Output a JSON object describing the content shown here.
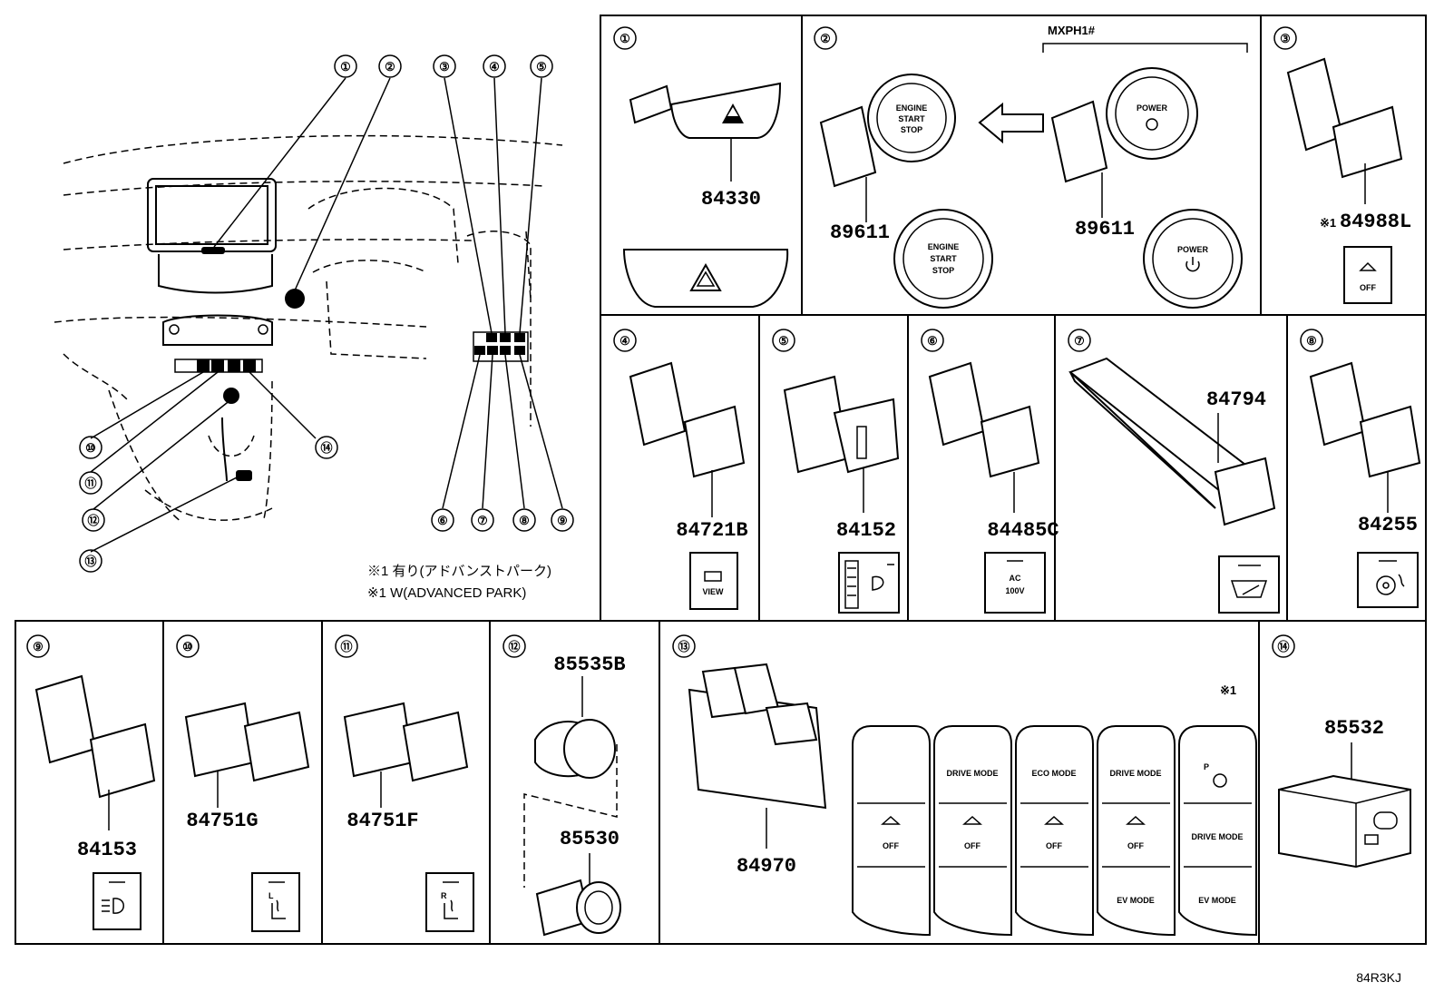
{
  "callouts": [
    "①",
    "②",
    "③",
    "④",
    "⑤",
    "⑥",
    "⑦",
    "⑧",
    "⑨",
    "⑩",
    "⑪",
    "⑫",
    "⑬",
    "⑭"
  ],
  "notes": {
    "line1": "※1 有り(アドバンストパーク)",
    "line2": "※1 W(ADVANCED PARK)"
  },
  "drawing_code": "84R3KJ",
  "panels": {
    "p1": {
      "num": "①",
      "part": "84330"
    },
    "p2": {
      "num": "②",
      "model": "MXPH1#",
      "part_a": "89611",
      "part_b": "89611",
      "engine_label": [
        "ENGINE",
        "START",
        "STOP"
      ],
      "power_label": "POWER"
    },
    "p3": {
      "num": "③",
      "mark": "※1",
      "part": "84988L",
      "icon_text": "OFF"
    },
    "p4": {
      "num": "④",
      "part": "84721B",
      "icon_text": "VIEW"
    },
    "p5": {
      "num": "⑤",
      "part": "84152"
    },
    "p6": {
      "num": "⑥",
      "part": "84485C",
      "icon_text": [
        "AC",
        "100V"
      ]
    },
    "p7": {
      "num": "⑦",
      "part": "84794"
    },
    "p8": {
      "num": "⑧",
      "part": "84255"
    },
    "p9": {
      "num": "⑨",
      "part": "84153"
    },
    "p10": {
      "num": "⑩",
      "part": "84751G",
      "icon_text": "L"
    },
    "p11": {
      "num": "⑪",
      "part": "84751F",
      "icon_text": "R"
    },
    "p12": {
      "num": "⑫",
      "part_a": "85535B",
      "part_b": "85530"
    },
    "p13": {
      "num": "⑬",
      "part": "84970",
      "mark": "※1",
      "variants": [
        {
          "top": "",
          "bottom": "OFF",
          "extra": ""
        },
        {
          "top": "DRIVE MODE",
          "bottom": "OFF",
          "extra": ""
        },
        {
          "top": "ECO MODE",
          "bottom": "OFF",
          "extra": ""
        },
        {
          "top": "DRIVE MODE",
          "bottom": "OFF",
          "extra": "EV MODE"
        },
        {
          "top": "P",
          "bottom": "DRIVE MODE",
          "extra": "EV MODE"
        }
      ]
    },
    "p14": {
      "num": "⑭",
      "part": "85532"
    }
  }
}
